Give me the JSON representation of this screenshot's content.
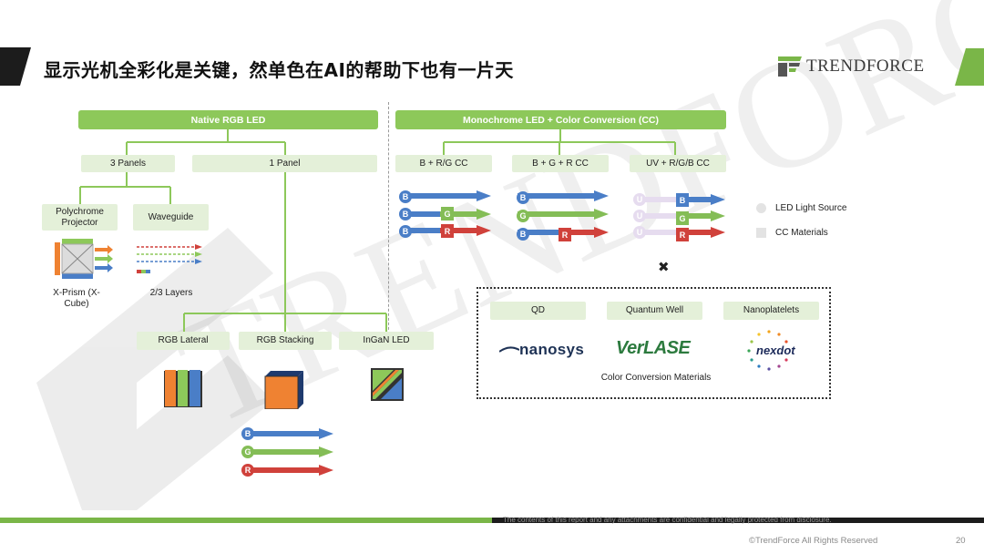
{
  "header": {
    "title": "显示光机全彩化是关键，然单色在AI的帮助下也有一片天",
    "logo_text": "TRENDFORCE"
  },
  "left": {
    "root": "Native RGB  LED",
    "three_panels": "3 Panels",
    "one_panel": "1 Panel",
    "polychrome": "Polychrome Projector",
    "waveguide": "Waveguide",
    "xprism": "X-Prism (X-Cube)",
    "layers": "2/3 Layers",
    "rgb_lateral": "RGB  Lateral",
    "rgb_stacking": "RGB  Stacking",
    "ingan": "InGaN  LED"
  },
  "right": {
    "root": "Monochrome  LED + Color Conversion (CC)",
    "brg": "B + R/G  CC",
    "bgr": "B + G + R  CC",
    "uv": "UV  + R/G/B  CC",
    "legend_led": "LED  Light Source",
    "legend_cc": "CC  Materials",
    "qd": "QD",
    "qw": "Quantum  Well",
    "np": "Nanoplatelets",
    "ccm": "Color Conversion Materials",
    "logo_nanosys": "nanosys",
    "logo_verlase_a": "Ver",
    "logo_verlase_b": "LASE",
    "logo_nexdot": "nexdot",
    "times": "✖"
  },
  "letters": {
    "b": "B",
    "g": "G",
    "r": "R",
    "u": "U"
  },
  "colors": {
    "green": "#8dc85a",
    "blue": "#4a7ec7",
    "arrow_green": "#84bd56",
    "red": "#d0413b",
    "orange": "#ef8232"
  },
  "footer": {
    "confidential": "The contents of this report and any attachments are confidential and legally protected from disclosure.",
    "copyright": "©TrendForce All Rights Reserved",
    "page": "20"
  }
}
